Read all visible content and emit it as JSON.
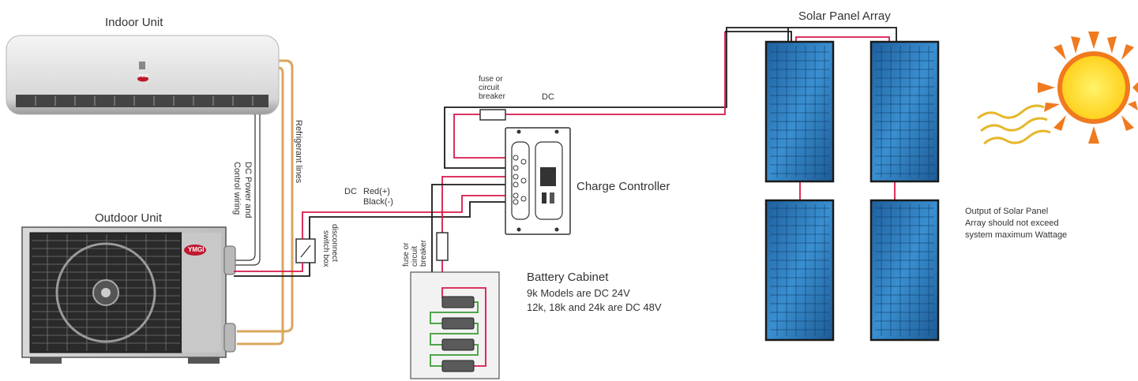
{
  "labels": {
    "indoor_unit": "Indoor Unit",
    "outdoor_unit": "Outdoor Unit",
    "solar_panel_array": "Solar Panel Array",
    "charge_controller": "Charge Controller",
    "battery_cabinet": "Battery Cabinet",
    "battery_line1": "9k Models are DC 24V",
    "battery_line2": "12k, 18k and 24k are DC 48V",
    "refrigerant_lines": "Refrigerant lines",
    "dc_power_line1": "DC Power and",
    "dc_power_line2": "Control wiring",
    "dc_main": "DC",
    "dc_left": "DC",
    "red_plus": "Red(+)",
    "black_minus": "Black(-)",
    "fuse_top_1": "fuse or",
    "fuse_top_2": "circuit",
    "fuse_top_3": "breaker",
    "fuse_bot_1": "fuse or",
    "fuse_bot_2": "circuit",
    "fuse_bot_3": "breaker",
    "disconnect_1": "disconnect",
    "disconnect_2": "switch box",
    "output_1": "Output of Solar Panel",
    "output_2": "Array should not exceed",
    "output_3": "system maximum Wattage",
    "brand": "YMGI"
  },
  "colors": {
    "wire_red": "#d8194a",
    "wire_black": "#1a1a1a",
    "refrigerant": "#d9a65c",
    "panel_blue": "#2f7bbf",
    "sun_orange": "#f07a1e",
    "sun_yellow": "#ffe33a",
    "battery_green": "#4fa64a"
  }
}
